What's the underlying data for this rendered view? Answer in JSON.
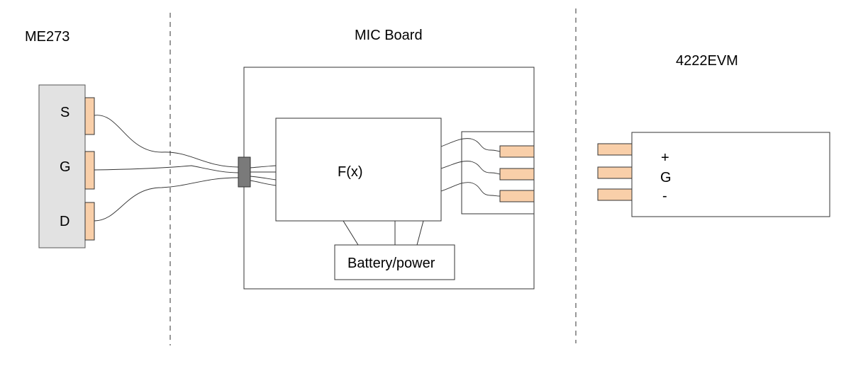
{
  "sections": {
    "left": "ME273",
    "center": "MIC Board",
    "right": "4222EVM"
  },
  "me273": {
    "pins": [
      "S",
      "G",
      "D"
    ]
  },
  "mic_board": {
    "function_label": "F(x)",
    "power_label": "Battery/power"
  },
  "evm": {
    "pins": [
      "+",
      "G",
      "-"
    ]
  },
  "colors": {
    "line": "#000000",
    "device_fill": "#e2e2e2",
    "pad_fill": "#f9cfa9",
    "connector_fill": "#7a7a7a",
    "divider": "#555555"
  }
}
